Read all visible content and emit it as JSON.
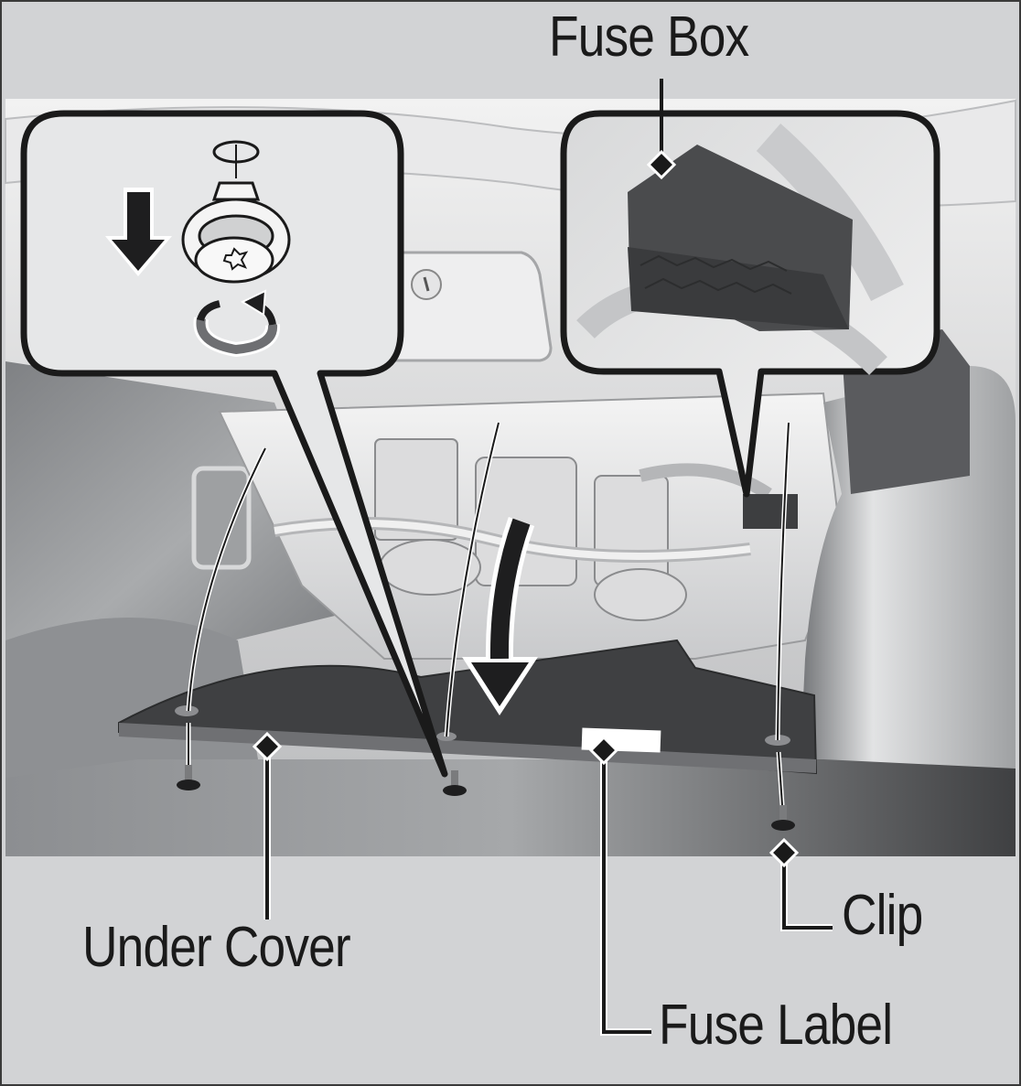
{
  "figure": {
    "type": "technical-illustration",
    "subject": "Under cover removal to access interior fuse box",
    "labels": {
      "fuse_box": "Fuse Box",
      "under_cover": "Under Cover",
      "clip": "Clip",
      "fuse_label": "Fuse Label"
    },
    "insets": [
      {
        "name": "clip-removal-detail",
        "depicts": [
          "down-arrow",
          "push-clip",
          "rotate-arrow"
        ]
      },
      {
        "name": "fuse-box-detail",
        "depicts": [
          "fuse-box"
        ]
      }
    ],
    "colors": {
      "background": "#d2d3d5",
      "line": "#1a1a1a",
      "inset_fill": "#e6e7e8",
      "cover_dark": "#4a4b4d",
      "panel_mid": "#8e9093"
    }
  }
}
